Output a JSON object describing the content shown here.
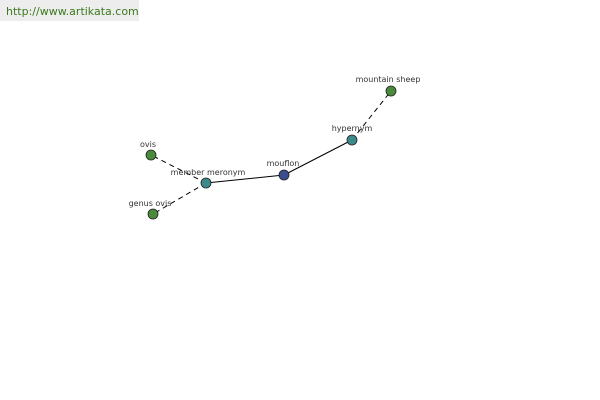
{
  "source_url": "http://www.artikata.com",
  "colors": {
    "center_node": "#3b4d8f",
    "relation_node": "#3c8a8a",
    "leaf_node": "#4a8a3c",
    "edge": "#000000",
    "url_text": "#3b7a1f"
  },
  "nodes": {
    "mouflon": {
      "label": "mouflon",
      "kind": "center"
    },
    "hypernym": {
      "label": "hypernym",
      "kind": "relation"
    },
    "mountain_sheep": {
      "label": "mountain sheep",
      "kind": "leaf"
    },
    "member_meronym": {
      "label": "member meronym",
      "kind": "relation"
    },
    "ovis": {
      "label": "ovis",
      "kind": "leaf"
    },
    "genus_ovis": {
      "label": "genus ovis",
      "kind": "leaf"
    }
  },
  "edges": [
    {
      "from": "mouflon",
      "to": "hypernym",
      "style": "solid"
    },
    {
      "from": "mouflon",
      "to": "member_meronym",
      "style": "solid"
    },
    {
      "from": "hypernym",
      "to": "mountain_sheep",
      "style": "dashed"
    },
    {
      "from": "member_meronym",
      "to": "ovis",
      "style": "dashed"
    },
    {
      "from": "member_meronym",
      "to": "genus_ovis",
      "style": "dashed"
    }
  ]
}
